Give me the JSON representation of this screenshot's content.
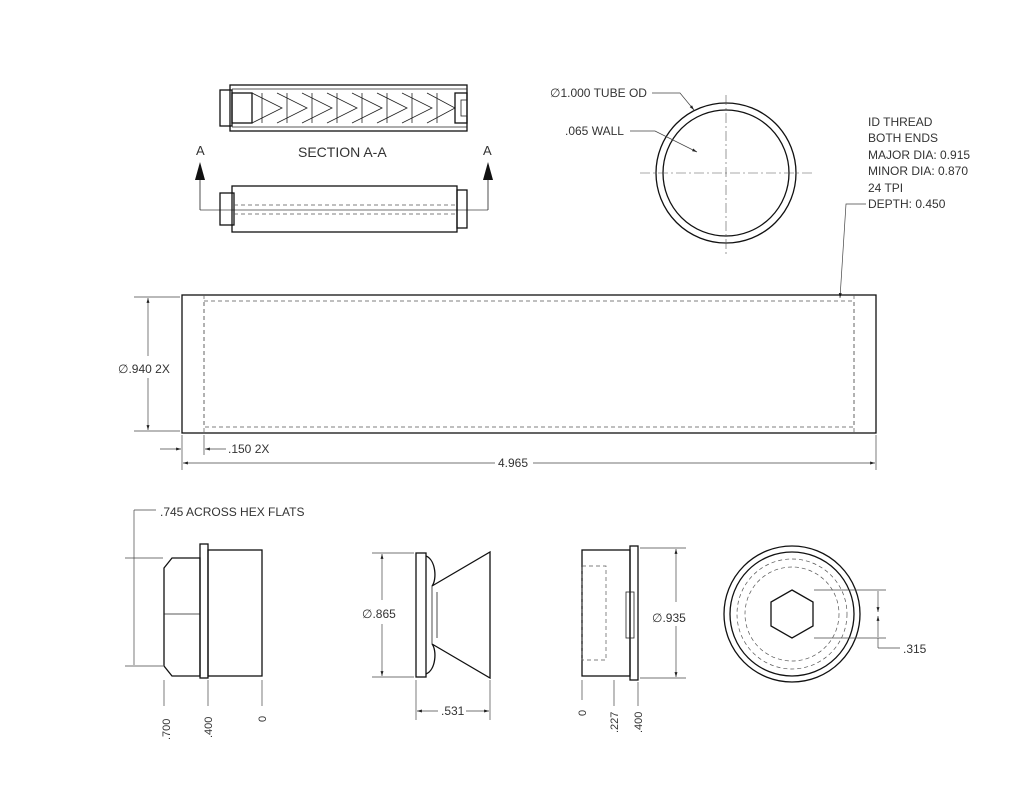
{
  "section": {
    "title": "SECTION A-A",
    "marker_left": "A",
    "marker_right": "A"
  },
  "tube_end": {
    "od_label": "∅1.000 TUBE OD",
    "wall_label": ".065 WALL"
  },
  "thread_note": {
    "lines": [
      "ID THREAD",
      "BOTH ENDS",
      "MAJOR DIA: 0.915",
      "MINOR DIA: 0.870",
      "24 TPI",
      "DEPTH: 0.450"
    ]
  },
  "tube": {
    "dia_label": "∅.940 2X",
    "depth_label": ".150 2X",
    "length_label": "4.965"
  },
  "end_cap": {
    "hex_label": ".745 ACROSS HEX FLATS",
    "pos_a": ".700",
    "pos_b": ".400",
    "pos_c": "0"
  },
  "baffle": {
    "dia_label": "∅.865",
    "len_label": ".531"
  },
  "rear_cap": {
    "dia_label": "∅.935",
    "pos_a": "0",
    "pos_b": ".227",
    "pos_c": ".400"
  },
  "rear_cap_end": {
    "hex_label": ".315"
  }
}
